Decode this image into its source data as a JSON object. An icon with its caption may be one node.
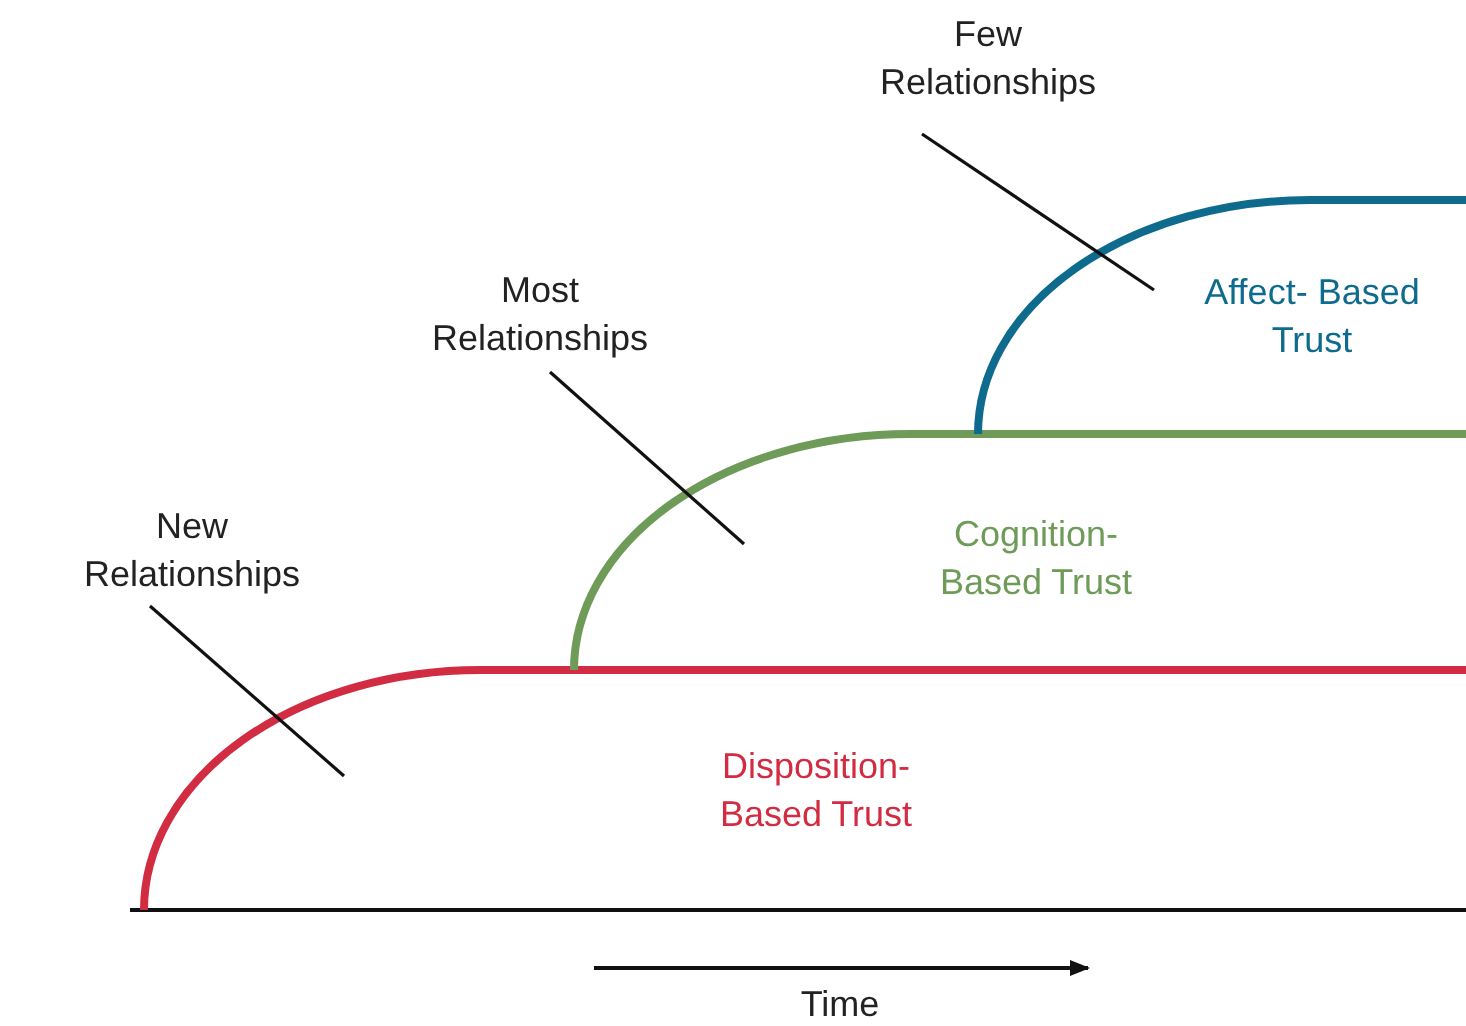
{
  "diagram": {
    "nodes": [
      {
        "text": [
          "New Relationships"
        ]
      },
      {
        "text": [
          "Most Relationships"
        ]
      },
      {
        "text": [
          "Few Relationships"
        ]
      },
      {
        "text": [],
        "shape": "curve"
      },
      {
        "text": [],
        "shape": "curve"
      },
      {
        "text": [],
        "shape": "curve"
      }
    ],
    "edges": [
      {
        "from": 0,
        "to": 3,
        "arrow": "none"
      },
      {
        "from": 1,
        "to": 4,
        "arrow": "none"
      },
      {
        "from": 2,
        "to": 5,
        "arrow": "none"
      }
    ],
    "labels": [
      "Affect- Based Trust",
      "Cognition- Based Trust",
      "Disposition- Based Trust",
      "Time"
    ]
  }
}
